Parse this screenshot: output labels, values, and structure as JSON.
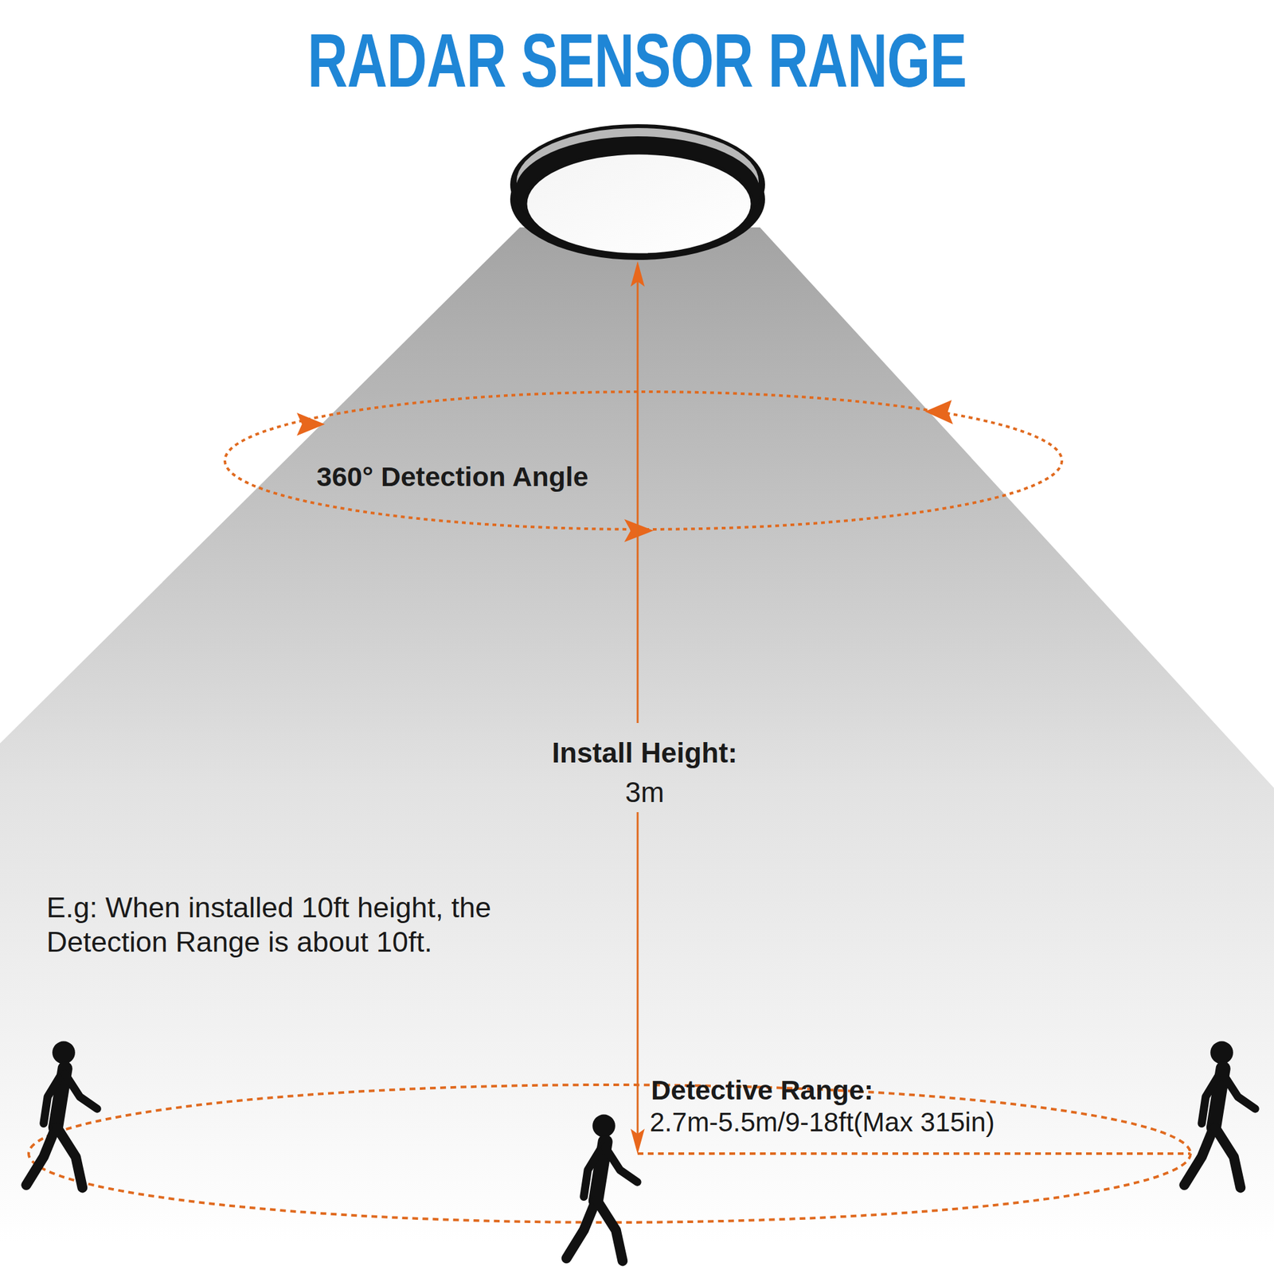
{
  "diagram": {
    "title": "RADAR SENSOR RANGE",
    "labels": [
      "360° Detection Angle",
      "Install Height:",
      "3m",
      "E.g: When installed 10ft height, the Detection Range is about 10ft.",
      "Detective Range:",
      "2.7m-5.5m/9-18ft(Max 315in)"
    ]
  }
}
